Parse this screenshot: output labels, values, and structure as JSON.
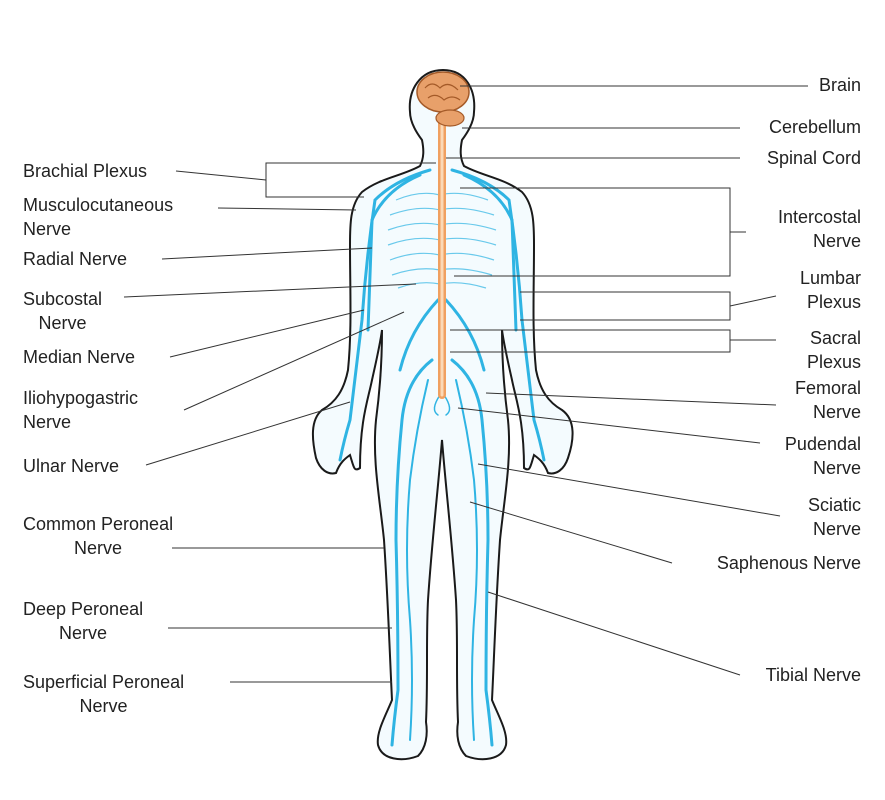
{
  "colors": {
    "nerve": "#2fb4e3",
    "nerve_fill": "#d7eef8",
    "spine": "#f0a060",
    "brain": "#e8a06a",
    "outline": "#1a1a1a",
    "leader": "#333333"
  },
  "labels": {
    "brain": "Brain",
    "cerebellum": "Cerebellum",
    "spinal_cord": "Spinal Cord",
    "intercostal_nerve": [
      "Intercostal",
      "Nerve"
    ],
    "lumbar_plexus": [
      "Lumbar",
      "Plexus"
    ],
    "sacral_plexus": [
      "Sacral",
      "Plexus"
    ],
    "femoral_nerve": [
      "Femoral",
      "Nerve"
    ],
    "pudendal_nerve": [
      "Pudendal",
      "Nerve"
    ],
    "sciatic_nerve": [
      "Sciatic",
      "Nerve"
    ],
    "saphenous_nerve": "Saphenous Nerve",
    "tibial_nerve": "Tibial Nerve",
    "brachial_plexus": "Brachial Plexus",
    "musculocutaneous_nerve": [
      "Musculocutaneous",
      "Nerve"
    ],
    "radial_nerve": "Radial Nerve",
    "subcostal_nerve": [
      "Subcostal",
      "Nerve"
    ],
    "median_nerve": "Median Nerve",
    "iliohypogastric_nerve": [
      "Iliohypogastric",
      "Nerve"
    ],
    "ulnar_nerve": "Ulnar Nerve",
    "common_peroneal_nerve": [
      "Common Peroneal",
      "Nerve"
    ],
    "deep_peroneal_nerve": [
      "Deep Peroneal",
      "Nerve"
    ],
    "superficial_peroneal_nerve": [
      "Superficial Peroneal",
      "Nerve"
    ]
  }
}
